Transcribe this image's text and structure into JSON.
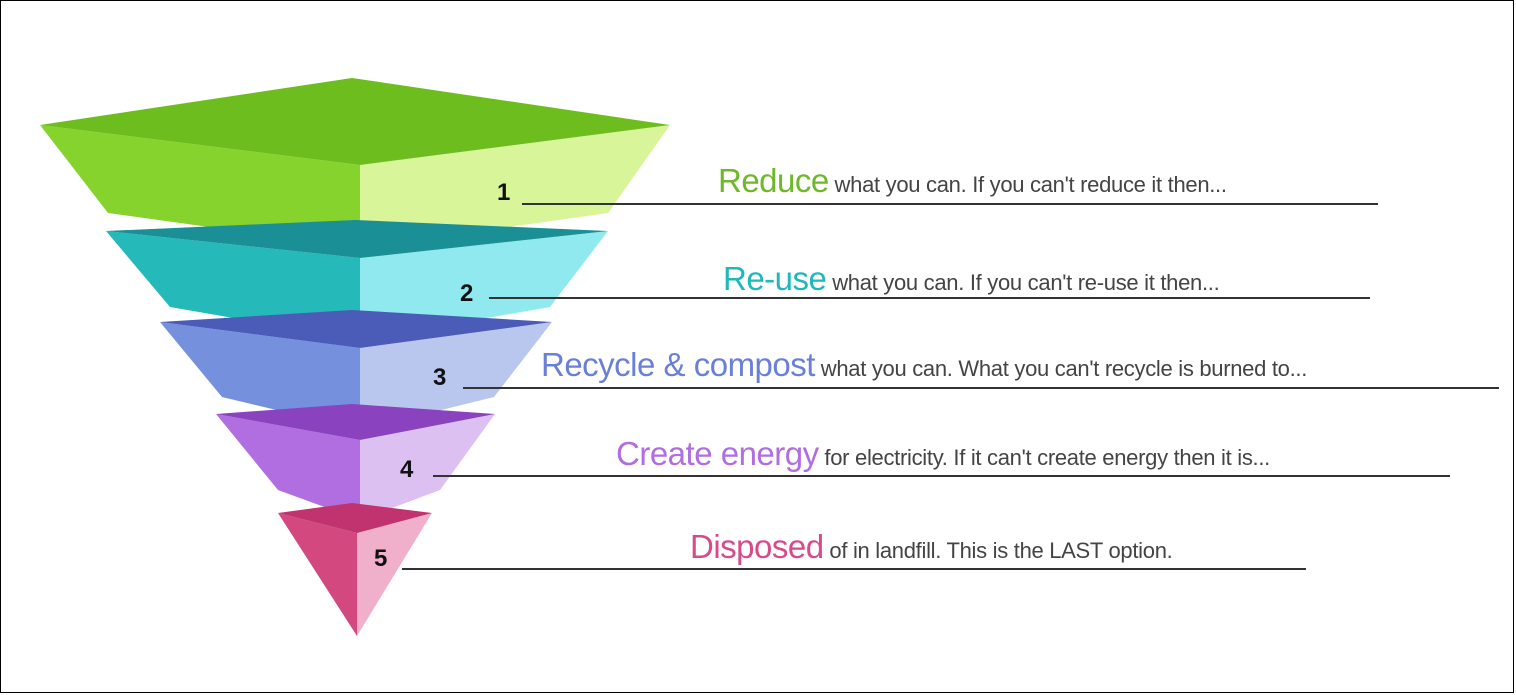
{
  "levels": [
    {
      "number": "1",
      "keyword": "Reduce",
      "rest": " what you can. If you can't reduce it then...",
      "keyword_color": "#6fb82a",
      "top_color": "#6ebd1f",
      "left_color": "#86d32e",
      "right_color": "#d9f59a"
    },
    {
      "number": "2",
      "keyword": "Re-use",
      "rest": " what you can. If you can't re-use it then...",
      "keyword_color": "#1fb8bb",
      "top_color": "#1a8f95",
      "left_color": "#26b9b9",
      "right_color": "#8fe9ee"
    },
    {
      "number": "3",
      "keyword": "Recycle & compost",
      "rest": " what you can. What you can't recycle is burned to...",
      "keyword_color": "#6a80d8",
      "top_color": "#4a5cb8",
      "left_color": "#7590dc",
      "right_color": "#b9c6ee"
    },
    {
      "number": "4",
      "keyword": "Create energy",
      "rest": " for electricity. If it can't create energy then it is...",
      "keyword_color": "#b06ee0",
      "top_color": "#8a42bf",
      "left_color": "#b06ee0",
      "right_color": "#dcc0f2"
    },
    {
      "number": "5",
      "keyword": "Disposed",
      "rest": " of in landfill. This is the LAST option.",
      "keyword_color": "#d84a8a",
      "top_color": "#c0336f",
      "left_color": "#d2487f",
      "right_color": "#f0b0cc"
    }
  ]
}
